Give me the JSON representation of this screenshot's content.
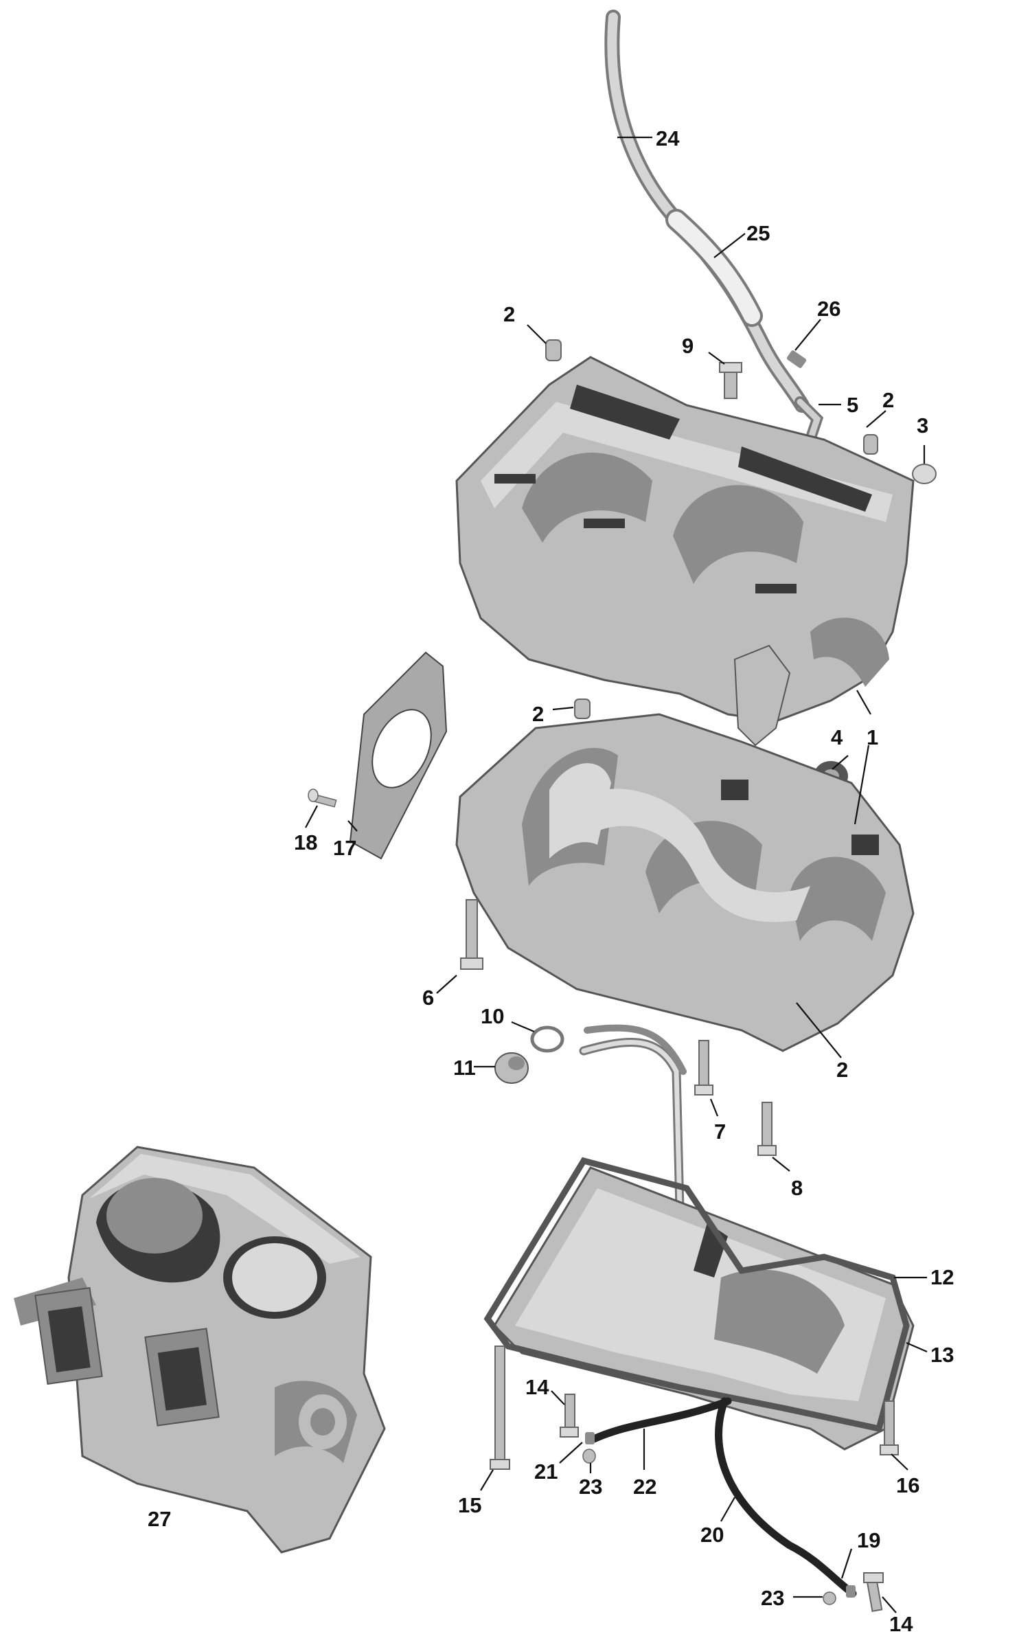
{
  "callouts": [
    {
      "id": "24",
      "text": "24"
    },
    {
      "id": "25",
      "text": "25"
    },
    {
      "id": "26",
      "text": "26"
    },
    {
      "id": "2a",
      "text": "2"
    },
    {
      "id": "9",
      "text": "9"
    },
    {
      "id": "5",
      "text": "5"
    },
    {
      "id": "2b",
      "text": "2"
    },
    {
      "id": "3",
      "text": "3"
    },
    {
      "id": "2c",
      "text": "2"
    },
    {
      "id": "4",
      "text": "4"
    },
    {
      "id": "1",
      "text": "1"
    },
    {
      "id": "18",
      "text": "18"
    },
    {
      "id": "17",
      "text": "17"
    },
    {
      "id": "6",
      "text": "6"
    },
    {
      "id": "10",
      "text": "10"
    },
    {
      "id": "11",
      "text": "11"
    },
    {
      "id": "2d",
      "text": "2"
    },
    {
      "id": "7",
      "text": "7"
    },
    {
      "id": "8",
      "text": "8"
    },
    {
      "id": "12",
      "text": "12"
    },
    {
      "id": "13",
      "text": "13"
    },
    {
      "id": "14a",
      "text": "14"
    },
    {
      "id": "16",
      "text": "16"
    },
    {
      "id": "21",
      "text": "21"
    },
    {
      "id": "22",
      "text": "22"
    },
    {
      "id": "23a",
      "text": "23"
    },
    {
      "id": "15",
      "text": "15"
    },
    {
      "id": "20",
      "text": "20"
    },
    {
      "id": "19",
      "text": "19"
    },
    {
      "id": "23b",
      "text": "23"
    },
    {
      "id": "14b",
      "text": "14"
    },
    {
      "id": "27",
      "text": "27"
    }
  ]
}
